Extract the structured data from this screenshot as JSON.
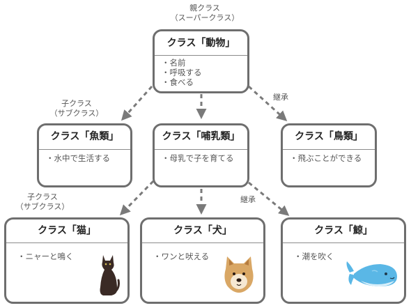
{
  "labels": {
    "parent_line1": "親クラス",
    "parent_line2": "（スーパークラス）",
    "child1_line1": "子クラス",
    "child1_line2": "（サブクラス）",
    "child2_line1": "子クラス",
    "child2_line2": "（サブクラス）",
    "inherit1": "継承",
    "inherit2": "継承"
  },
  "classes": {
    "animal": {
      "title": "クラス「動物」",
      "items": [
        "名前",
        "呼吸する",
        "食べる"
      ]
    },
    "fish": {
      "title": "クラス「魚類」",
      "items": [
        "水中で生活する"
      ]
    },
    "mammal": {
      "title": "クラス「哺乳類」",
      "items": [
        "母乳で子を育てる"
      ]
    },
    "bird": {
      "title": "クラス「鳥類」",
      "items": [
        "飛ぶことができる"
      ]
    },
    "cat": {
      "title": "クラス「猫」",
      "items": [
        "ニャーと鳴く"
      ]
    },
    "dog": {
      "title": "クラス「犬」",
      "items": [
        "ワンと吠える"
      ]
    },
    "whale": {
      "title": "クラス「鯨」",
      "items": [
        "潮を吹く"
      ]
    }
  },
  "icons": {
    "cat": "cat-illustration",
    "dog": "dog-illustration",
    "whale": "whale-illustration"
  },
  "colors": {
    "border": "#6e6e6e",
    "arrow": "#7a7a7a",
    "cat": "#3a2a25",
    "dog": "#d9a765",
    "whale": "#5ab7e6"
  }
}
